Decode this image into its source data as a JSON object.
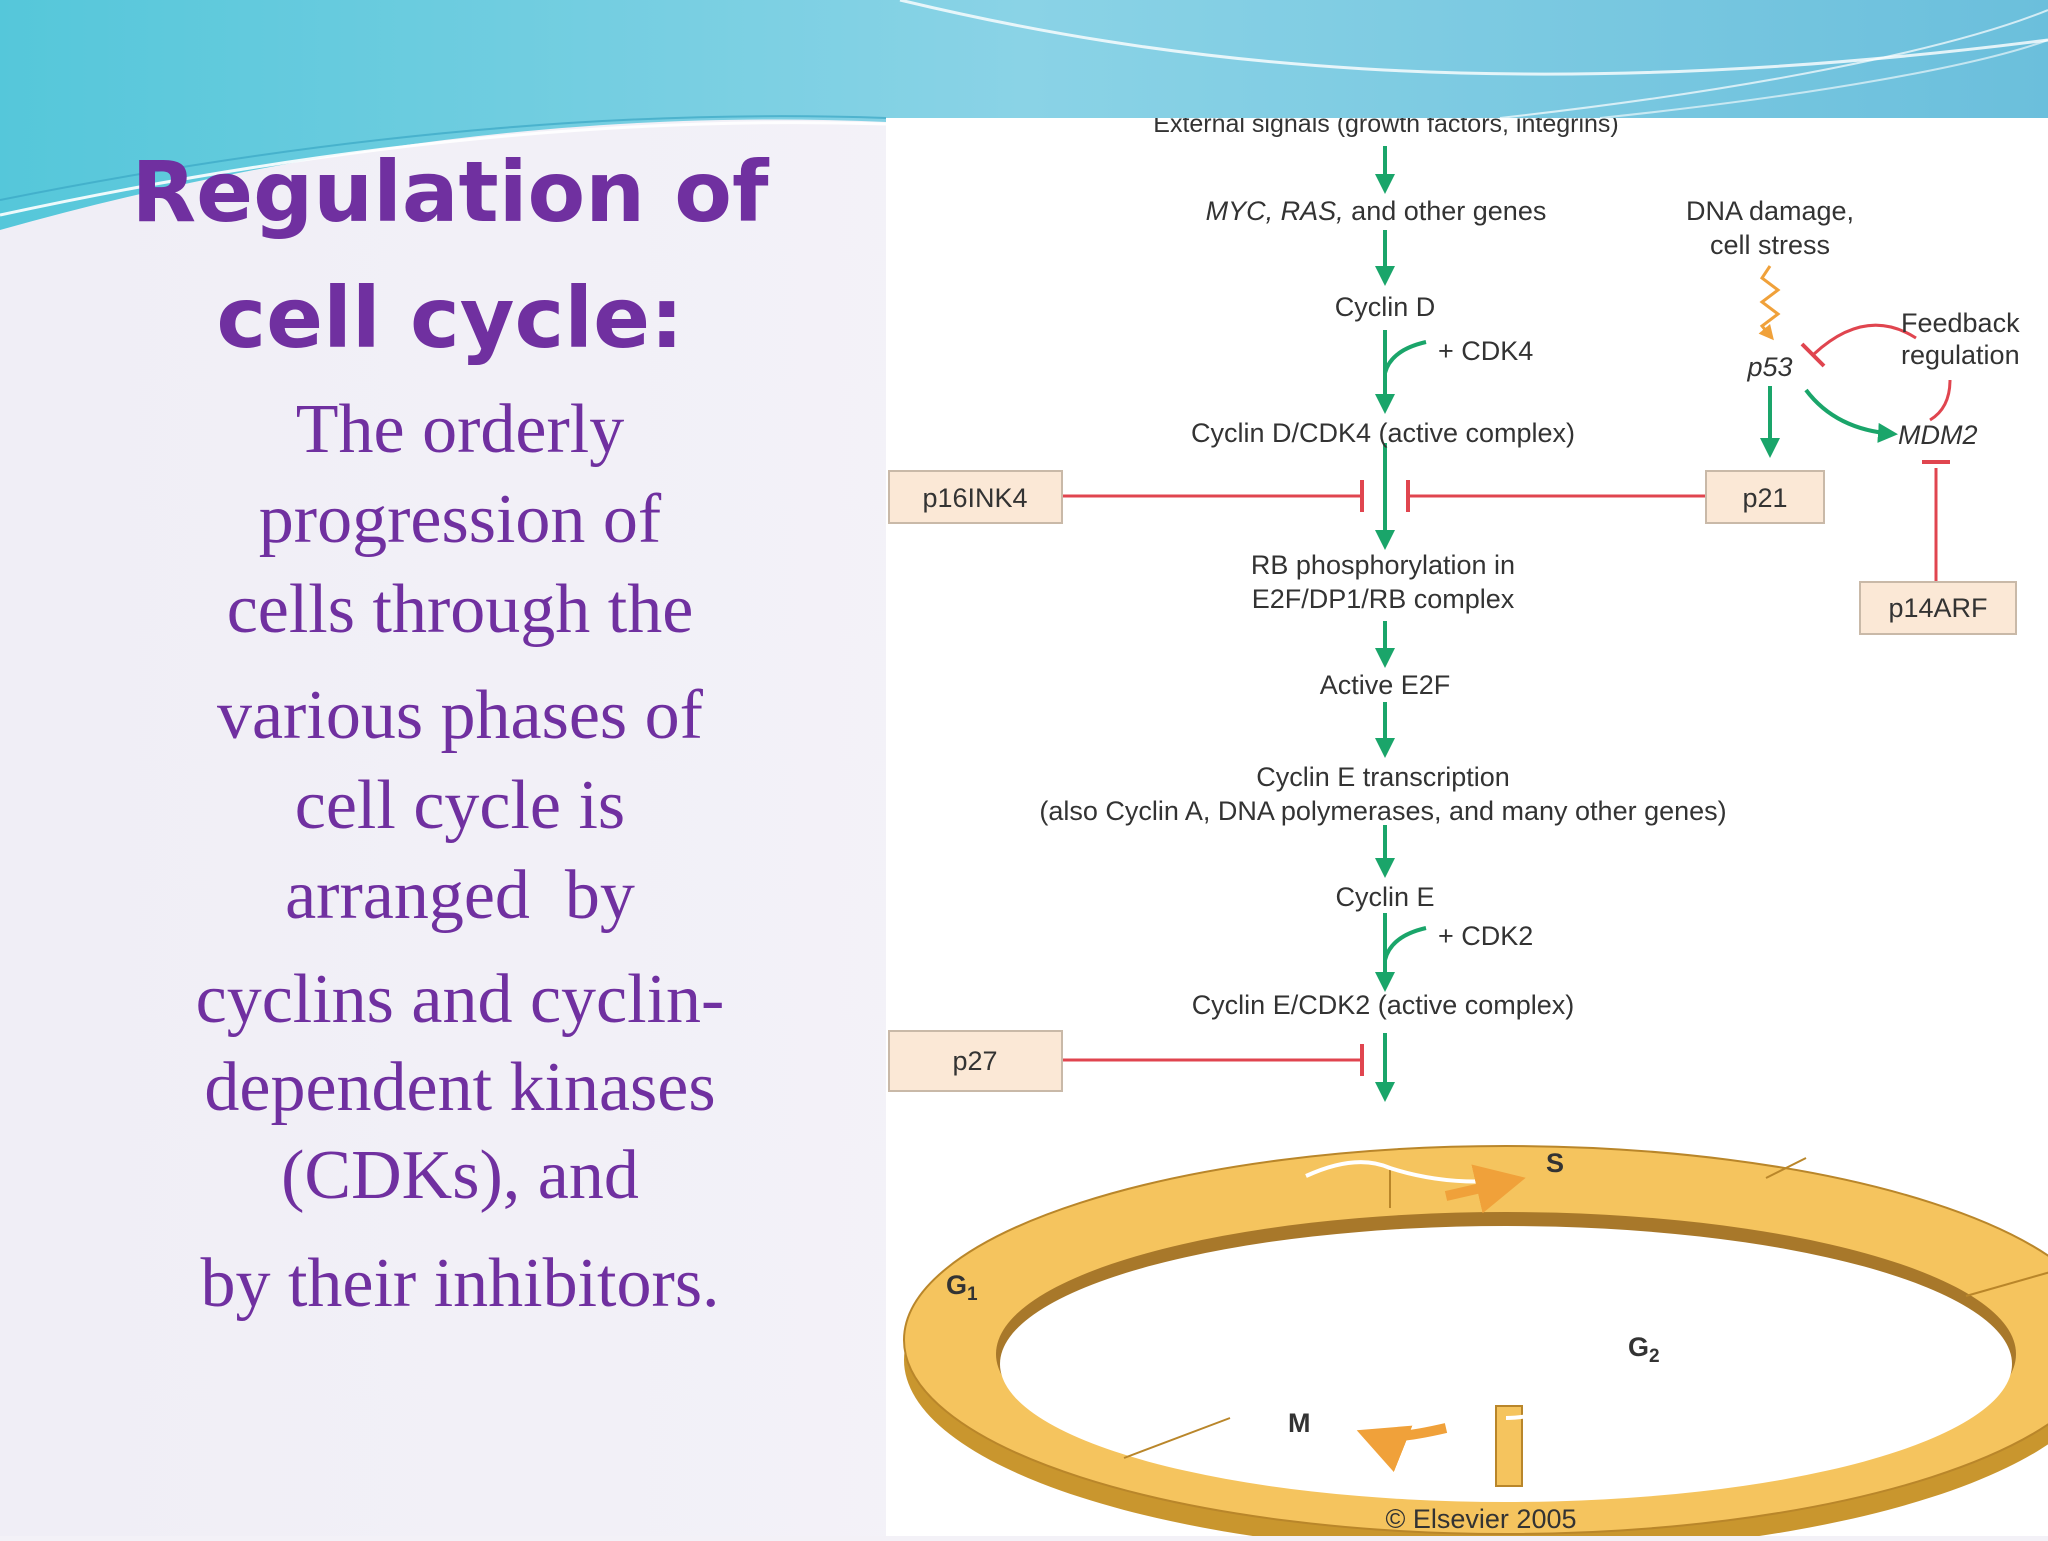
{
  "slide": {
    "title_line1": "Regulation of",
    "title_line2": "cell cycle:",
    "body_lines": [
      "The orderly",
      "progression of",
      "cells through the",
      "various phases of",
      "cell cycle is",
      "arranged  by",
      "cyclins and cyclin-",
      "dependent kinases",
      "(CDKs), and",
      "by their inhibitors."
    ],
    "colors": {
      "text": "#7030a0",
      "wave": "#7fd3e3"
    }
  },
  "diagram": {
    "external_signals": "External signals (growth factors, integrins)",
    "myc_ras_italic": "MYC, RAS,",
    "myc_ras_rest": " and other genes",
    "dna_damage_line1": "DNA damage,",
    "dna_damage_line2": "cell stress",
    "cyclin_d": "Cyclin D",
    "plus_cdk4": "+ CDK4",
    "feedback_line1": "Feedback",
    "feedback_line2": "regulation",
    "p53": "p53",
    "mdm2": "MDM2",
    "cyclin_d_cdk4": "Cyclin D/CDK4 (active complex)",
    "p16ink4": "p16INK4",
    "p21": "p21",
    "rb_line1": "RB phosphorylation in",
    "rb_line2": "E2F/DP1/RB complex",
    "p14arf": "p14ARF",
    "active_e2f": "Active E2F",
    "cyclin_e_transcription": "Cyclin E transcription",
    "also_genes": "(also Cyclin A, DNA polymerases, and many other genes)",
    "cyclin_e": "Cyclin E",
    "plus_cdk2": "+ CDK2",
    "cyclin_e_cdk2": "Cyclin E/CDK2 (active complex)",
    "p27": "p27",
    "phase_s": "S",
    "phase_g1": "G",
    "phase_g1_sub": "1",
    "phase_g2": "G",
    "phase_g2_sub": "2",
    "phase_m": "M",
    "copyright": "© Elsevier 2005",
    "colors": {
      "activate": "#1aa56a",
      "inhibit": "#e0454f",
      "box_fill": "#fbe8d6",
      "ring": "#f5c45e"
    }
  }
}
